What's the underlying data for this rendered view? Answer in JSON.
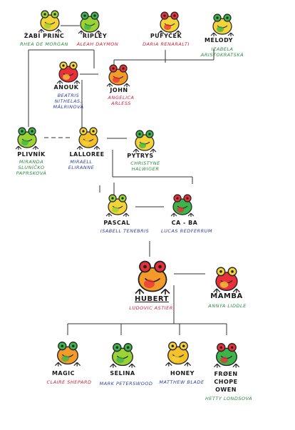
{
  "colors": {
    "red": "#d0203a",
    "green": "#2b8a3e",
    "blue": "#2b3f9e",
    "line": "#333333"
  },
  "frogs": {
    "zabi": {
      "name": "ŽABÍ PRINC",
      "actor": "RHEA DE MORGAN",
      "actor_color": "green",
      "palette": "yellow-green"
    },
    "ripley": {
      "name": "RIPLEY",
      "actor": "ALEAH DAYMON",
      "actor_color": "red",
      "palette": "green"
    },
    "pufycek": {
      "name": "PUFYČEK",
      "actor": "DARIA RENARALTI",
      "actor_color": "red",
      "palette": "red-yellow"
    },
    "melody": {
      "name": "MELODY",
      "actor": "IZABELA ARISTOKRATSKÁ",
      "actor_lines": [
        "IZABELA",
        "ARISTOKRATSKÁ"
      ],
      "actor_color": "green",
      "palette": "green-yellow"
    },
    "anouk": {
      "name": "ANOUK",
      "actor": "BEATRIS NITHELAS, MÁLRINOVÁ",
      "actor_lines": [
        "BEATRIS",
        "NITHELAS,",
        "MÁLRINOVÁ"
      ],
      "actor_color": "blue",
      "palette": "yellow-red"
    },
    "john": {
      "name": "JOHN",
      "actor": "ANGELICA ARLESS",
      "actor_lines": [
        "ANGELICA",
        "ARLESS"
      ],
      "actor_color": "red",
      "palette": "red-orange"
    },
    "plivnik": {
      "name": "PLIVNÍK",
      "actor": "MIRANDA SLUNÍČKO PAPRSKOVÁ",
      "actor_lines": [
        "MIRANDA",
        "SLUNÍČKO",
        "PAPRSKOVÁ"
      ],
      "actor_color": "green",
      "palette": "green"
    },
    "lalloree": {
      "name": "LALLOREE",
      "actor": "MIRAELL ELIRANNE",
      "actor_lines": [
        "MIRAELL",
        "ELIRANNE"
      ],
      "actor_color": "blue",
      "palette": "yellow"
    },
    "pytrys": {
      "name": "PYTRYS",
      "actor": "CHRISTYNE HALWIGER",
      "actor_lines": [
        "CHRISTYNE",
        "HALWIGER"
      ],
      "actor_color": "green",
      "palette": "green-yellow"
    },
    "pascal": {
      "name": "PASCAL",
      "actor": "ISABELL TENEBRIS",
      "actor_color": "blue",
      "palette": "yellow-green"
    },
    "caba": {
      "name": "CA - BA",
      "actor": "LUCAS REDFERRUM",
      "actor_color": "blue",
      "palette": "red-green"
    },
    "hubert": {
      "name": "HUBERT",
      "actor": "LUDOVIC ASTIER",
      "actor_color": "red",
      "palette": "red-orange"
    },
    "mamba": {
      "name": "MAMBA",
      "actor": "ANNYA LIDDLE",
      "actor_color": "green",
      "palette": "yellow-red"
    },
    "magic": {
      "name": "MAGIC",
      "actor": "CLAIRE SHEPARD",
      "actor_color": "red",
      "palette": "green-orange"
    },
    "selina": {
      "name": "SELINA",
      "actor": "MARK PETERSWOOD",
      "actor_color": "blue",
      "palette": "green"
    },
    "honey": {
      "name": "HONEY",
      "actor": "MATTHEW BLADE",
      "actor_color": "blue",
      "palette": "yellow"
    },
    "froen": {
      "name": "FRØEN CHOPE OWEN",
      "name_lines": [
        "FRØEN",
        "CHOPE",
        "OWEN"
      ],
      "actor": "HETTY LONDSOVÁ",
      "actor_color": "green",
      "palette": "red-green"
    }
  }
}
